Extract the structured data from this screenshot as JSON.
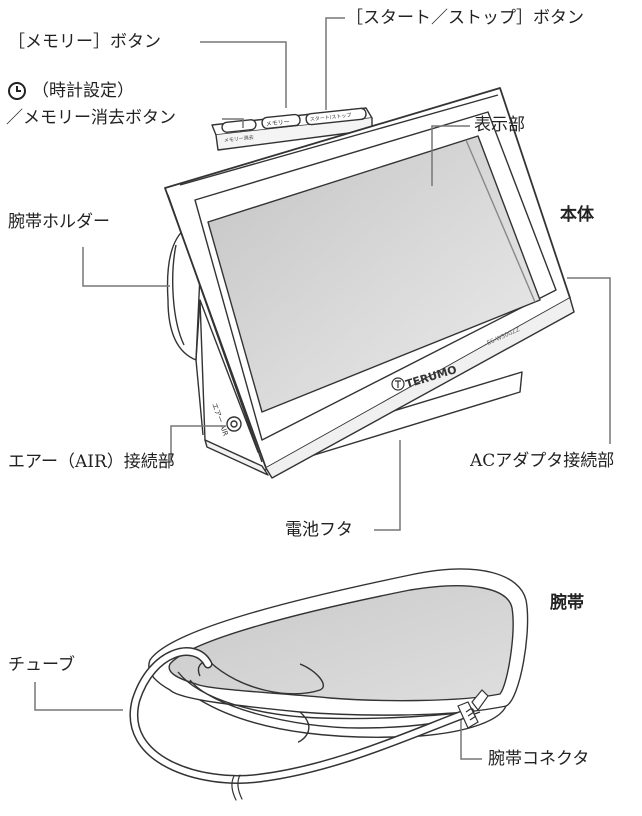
{
  "device": {
    "heading": "本体",
    "brand": "TERUMO",
    "model": "ES-W300ZZ",
    "button_memory_text": "メモリー",
    "button_start_text": "スタート/ストップ",
    "button_clock_text": "メモリー消去",
    "air_port_text": "エアー AIR"
  },
  "cuff": {
    "heading": "腕帯"
  },
  "callouts": {
    "memory_button": "［メモリー］ボタン",
    "start_stop_button": "［スタート／ストップ］ボタン",
    "clock_setting": "（時計設定）",
    "memory_clear": "／メモリー消去ボタン",
    "display": "表示部",
    "cuff_holder": "腕帯ホルダー",
    "ac_adapter": "ACアダプタ接続部",
    "air_connector": "エアー（AIR）接続部",
    "battery_cover": "電池フタ",
    "tube": "チューブ",
    "cuff_connector": "腕帯コネクタ"
  },
  "icons": {
    "clock": "clock-icon"
  }
}
